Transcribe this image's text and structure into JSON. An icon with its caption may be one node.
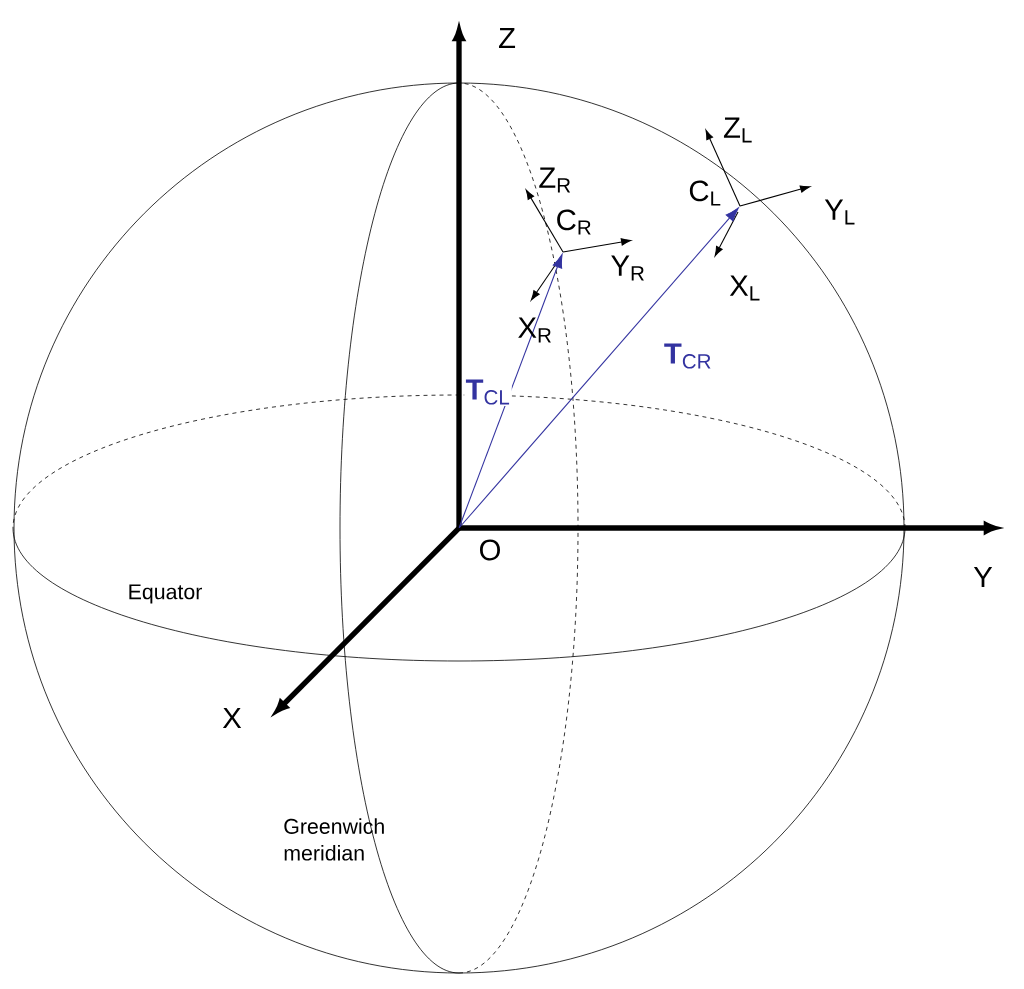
{
  "diagram": {
    "nodes": [
      {
        "text": [
          "C$_{L}$"
        ]
      },
      {
        "text": [
          "C$_{R}$"
        ]
      },
      {
        "text": [
          "O"
        ]
      }
    ],
    "edges": [
      {
        "from": 2,
        "to": 1,
        "arrow": "to",
        "label": "**T**$_{CL}$"
      },
      {
        "from": 2,
        "to": 0,
        "arrow": "to",
        "label": "**T**$_{CR}$"
      }
    ],
    "labels": [
      "Z",
      "Z$_{L}$",
      "Z$_{R}$",
      "Y$_{L}$",
      "Y$_{R}$",
      "X$_{L}$",
      "X$_{R}$",
      "Y",
      "Equator",
      "X",
      "Greenwich meridian"
    ]
  }
}
